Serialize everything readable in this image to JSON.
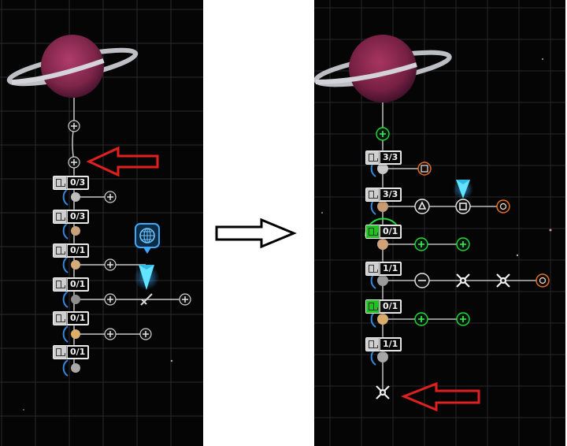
{
  "left_panel": {
    "planet_colors": {
      "planet": "#8a2f55",
      "ring": "#c9c9cf"
    },
    "nodes": [
      {
        "label": "0/3",
        "planet_color": "#bdbdbd",
        "green": false
      },
      {
        "label": "0/3",
        "planet_color": "#c8a07a",
        "green": false
      },
      {
        "label": "0/1",
        "planet_color": "#d6a97c",
        "green": false
      },
      {
        "label": "0/1",
        "planet_color": "#8e8e8e",
        "green": false
      },
      {
        "label": "0/1",
        "planet_color": "#dcb06a",
        "green": false
      },
      {
        "label": "0/1",
        "planet_color": "#a9a9a9",
        "green": false
      }
    ],
    "waypoint_icon": "globe-marker-icon",
    "ship_icon": "cyan-ship-marker-icon"
  },
  "right_panel": {
    "nodes": [
      {
        "label": "3/3",
        "planet_color": "#c9c9c9",
        "green": false
      },
      {
        "label": "3/3",
        "planet_color": "#c79a72",
        "green": false
      },
      {
        "label": "0/1",
        "planet_color": "#d1a27a",
        "green": true
      },
      {
        "label": "1/1",
        "planet_color": "#9a9a9a",
        "green": false
      },
      {
        "label": "0/1",
        "planet_color": "#d8ad6c",
        "green": true
      },
      {
        "label": "1/1",
        "planet_color": "#a7a7a7",
        "green": false
      }
    ],
    "ship_icon": "cyan-ship-marker-icon"
  },
  "annotations": {
    "red_arrow_color": "#e01f1f",
    "big_arrow_direction": "right"
  }
}
